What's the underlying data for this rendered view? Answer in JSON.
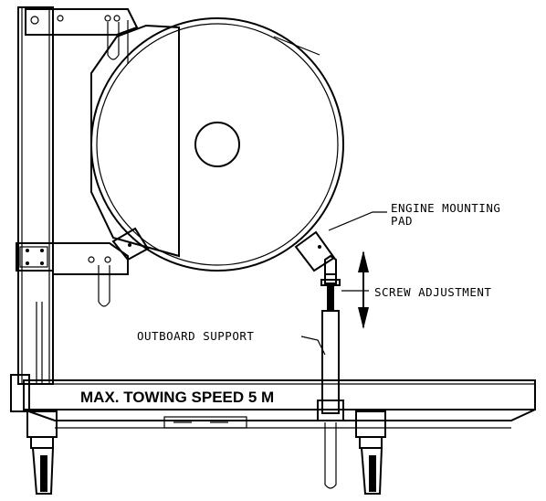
{
  "labels": {
    "engine_mounting_pad_line1": "ENGINE MOUNTING",
    "engine_mounting_pad_line2": "PAD",
    "screw_adjustment": "SCREW ADJUSTMENT",
    "outboard_support": "OUTBOARD SUPPORT",
    "towing_banner": "MAX. TOWING SPEED 5 M"
  }
}
